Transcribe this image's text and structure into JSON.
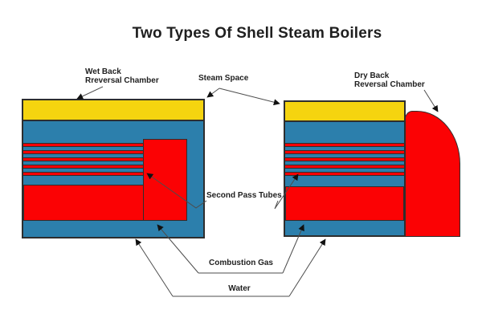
{
  "title": "Two Types Of Shell Steam Boilers",
  "colors": {
    "yellow": "#F5D40F",
    "blue": "#2C7FAC",
    "red": "#FB0204",
    "outline": "#2E2E2E",
    "line": "#4D4D4D",
    "arrow": "#111111",
    "text": "#1F1F1F",
    "background": "#FFFFFF"
  },
  "labels": {
    "wet_back": {
      "line1": "Wet Back",
      "line2": "Rreversal Chamber"
    },
    "steam_space": "Steam Space",
    "dry_back": {
      "line1": "Dry Back",
      "line2": "Reversal Chamber"
    },
    "second_pass_tubes": "Second Pass Tubes",
    "combustion_gas": "Combustion Gas",
    "water": "Water"
  },
  "boilers": {
    "left": {
      "name": "wet-back-boiler",
      "tube_count": 5
    },
    "right": {
      "name": "dry-back-boiler",
      "tube_count": 5
    }
  }
}
